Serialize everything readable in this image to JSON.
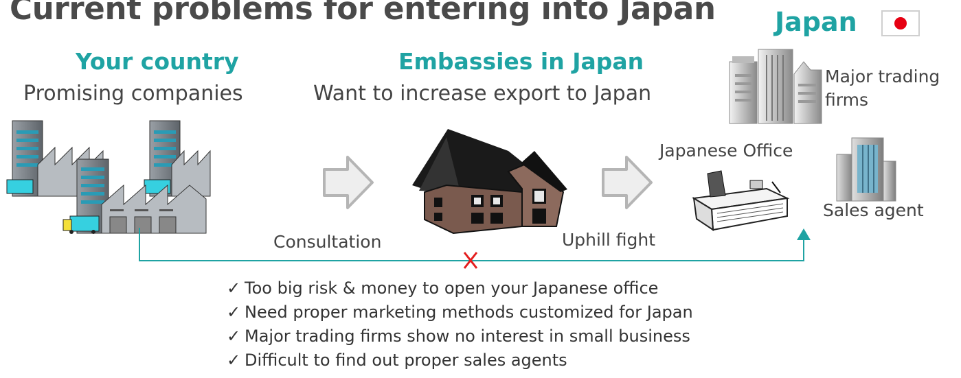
{
  "title": "Current problems for entering into Japan",
  "japan": {
    "label": "Japan",
    "flag": {
      "field": "#ffffff",
      "disc": "#e60012"
    }
  },
  "your_country": {
    "heading": "Your country",
    "subtitle": "Promising companies"
  },
  "embassies": {
    "heading": "Embassies in Japan",
    "subtitle": "Want to increase export to Japan"
  },
  "labels": {
    "major_trading_firms": "Major trading firms",
    "japanese_office": "Japanese Office",
    "sales_agent": "Sales agent",
    "consultation": "Consultation",
    "uphill_fight": "Uphill fight"
  },
  "problems": [
    "Too big risk & money to open your Japanese office",
    "Need proper marketing methods customized for Japan",
    "Major trading firms show no interest in small business",
    "Difficult to find out proper sales agents"
  ],
  "colors": {
    "accent": "#1fa3a3",
    "cross": "#e41e1e",
    "arrow_fill": "#eeeeee",
    "arrow_stroke": "#b5b5b5"
  },
  "icons": [
    "factory-icon",
    "embassy-house-icon",
    "office-desk-icon",
    "skyscrapers-icon",
    "office-tower-icon",
    "check-icon",
    "cross-icon",
    "right-arrow-icon"
  ]
}
